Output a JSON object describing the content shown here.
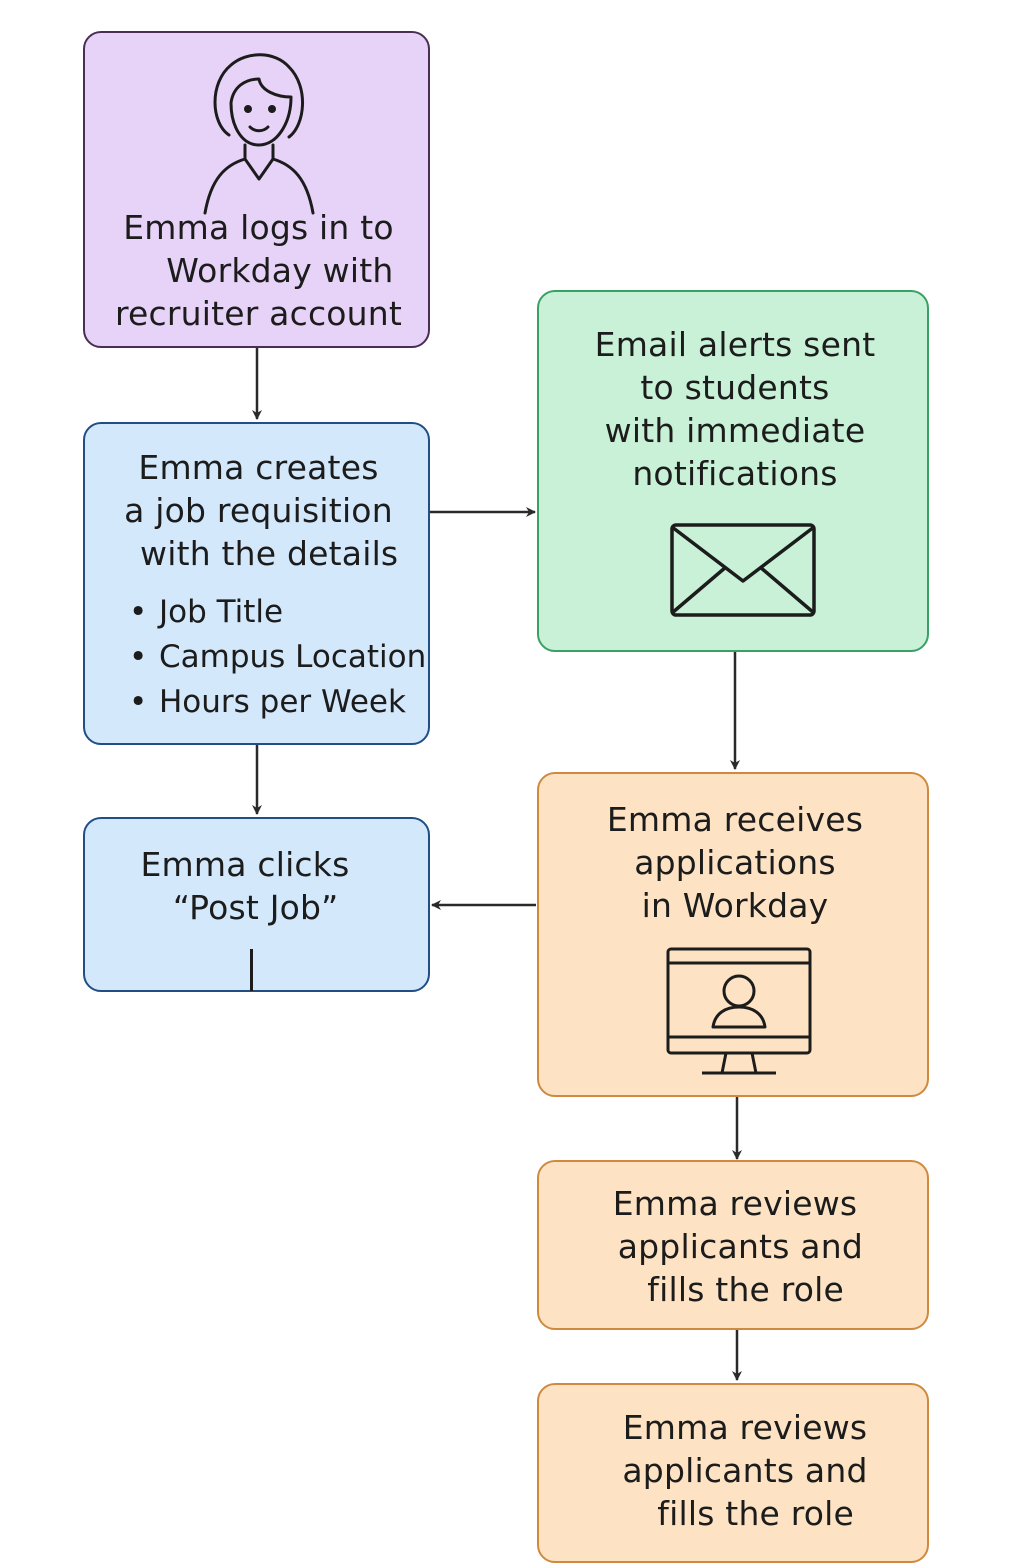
{
  "steps": {
    "login": {
      "text": "Emma logs in to\n    Workday with\nrecruiter account",
      "icon": "woman-avatar-icon"
    },
    "create": {
      "text": "Emma creates\na job requisition\n  with the details",
      "details": [
        "Job Title",
        "Campus Location",
        "Hours per Week"
      ]
    },
    "post": {
      "text": "Emma clicks\n  “Post Job”"
    },
    "email": {
      "text": "Email alerts sent\nto students\nwith immediate\nnotifications",
      "icon": "envelope-icon"
    },
    "receive": {
      "text": "Emma receives\napplications\nin Workday",
      "icon": "monitor-user-icon"
    },
    "review": {
      "text": "Emma reviews\n applicants and\n  fills the role"
    },
    "review_repeat": {
      "text": "Emma reviews\napplicants and\n  fills the role"
    }
  },
  "colors": {
    "purple": "#e8d3f8",
    "blue": "#d3e8fb",
    "green": "#c8f1d7",
    "orange": "#fde3c4",
    "line": "#2a2a2a"
  }
}
